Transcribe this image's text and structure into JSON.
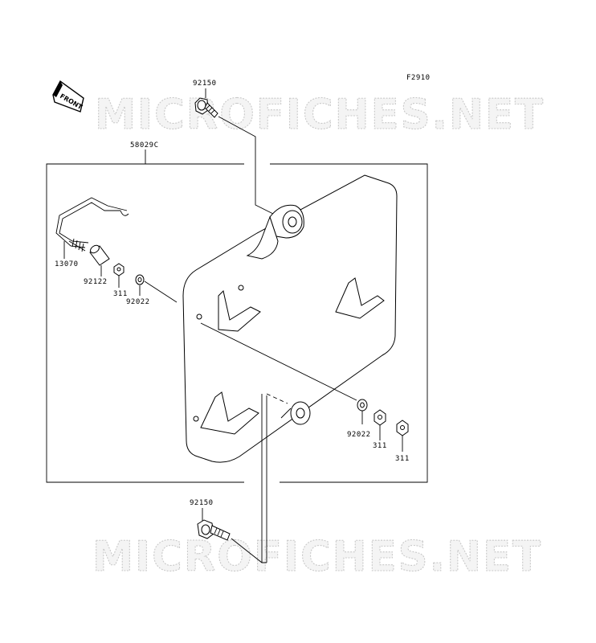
{
  "figure_code": "F2910",
  "watermark": "MICROFICHES.NET",
  "front_arrow_label": "FRONT",
  "labels": {
    "p92150_top": "92150",
    "p58029c": "58029C",
    "p13070": "13070",
    "p92122": "92122",
    "p311_left": "311",
    "p92022_left": "92022",
    "p92022_right": "92022",
    "p311_right_a": "311",
    "p311_right_b": "311",
    "p92150_bottom": "92150"
  }
}
